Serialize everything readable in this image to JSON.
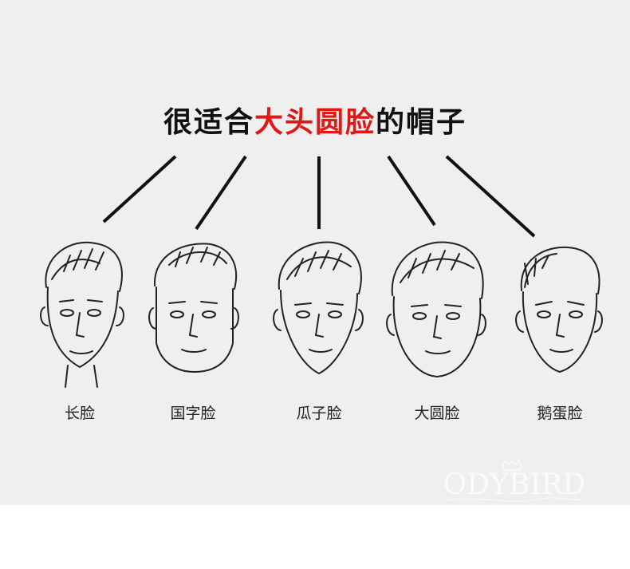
{
  "title": {
    "before": "很适合",
    "highlight": "大头圆脸",
    "after": "的帽子",
    "highlight_color": "#e01818"
  },
  "faces": [
    {
      "label": "长脸"
    },
    {
      "label": "国字脸"
    },
    {
      "label": "瓜子脸"
    },
    {
      "label": "大圆脸"
    },
    {
      "label": "鹅蛋脸"
    }
  ],
  "watermark": {
    "text": "ODYBIRD"
  }
}
